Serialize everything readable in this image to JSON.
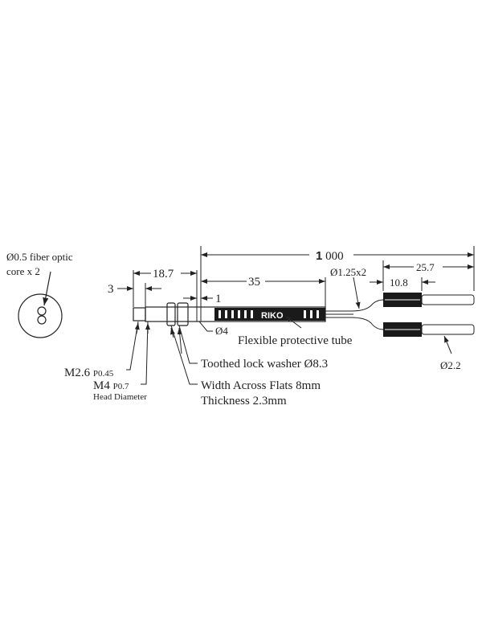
{
  "labels": {
    "core_line1": "Ø0.5 fiber optic",
    "core_line2": "core x 2",
    "dim_total_bold": "1",
    "dim_total_rest": " 000",
    "dim_35": "35",
    "dim_25_7": "25.7",
    "dim_10_8": "10.8",
    "dim_18_7": "18.7",
    "dim_3": "3",
    "dim_1": "1",
    "fiber_dia": "Ø1.25x2",
    "body_dia": "Ø4",
    "tube": "Flexible protective tube",
    "washer": "Toothed lock washer Ø8.3",
    "flats": "Width Across Flats 8mm",
    "thickness": "Thickness 2.3mm",
    "m26": "M2.6",
    "m26_pitch": "P0.45",
    "m4": "M4",
    "m4_pitch": "P0.7",
    "head_diameter": "Head Diameter",
    "end_dia": "Ø2.2",
    "brand": "RIKO"
  }
}
